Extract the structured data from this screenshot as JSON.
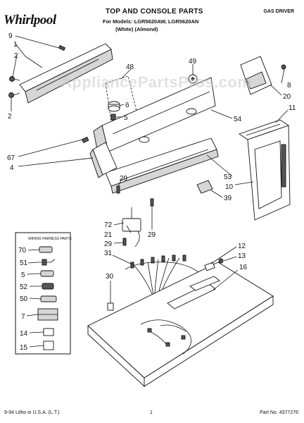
{
  "header": {
    "brand": "Whirlpool",
    "brand_registered": "®",
    "title": "TOP AND CONSOLE PARTS",
    "models": "For Models: LGR5620AW, LGR5620AN",
    "colors": "(White)      (Almond)",
    "type": "GAS DRIVER"
  },
  "watermark": "AppliancePartsPros.com",
  "callouts": {
    "c9": "9",
    "c1": "1",
    "c2a": "2",
    "c2b": "2",
    "c48": "48",
    "c6": "6",
    "c5": "5",
    "c49": "49",
    "c54": "54",
    "c8": "8",
    "c20": "20",
    "c11": "11",
    "c67": "67",
    "c4": "4",
    "c29a": "29",
    "c53": "53",
    "c10": "10",
    "c39": "39",
    "c72": "72",
    "c21": "21",
    "c29b": "29",
    "c29c": "29",
    "c31": "31",
    "c12": "12",
    "c13": "13",
    "c16": "16",
    "c30": "30"
  },
  "wiring_box": {
    "title": "WIRING HARNESS PARTS",
    "items": [
      "70",
      "51",
      "5",
      "52",
      "50",
      "7",
      "14",
      "15"
    ]
  },
  "footer": {
    "litho": "9-94 Litho in U.S.A. (L.T.)",
    "page": "1",
    "part_no": "Part No. 4377276"
  }
}
